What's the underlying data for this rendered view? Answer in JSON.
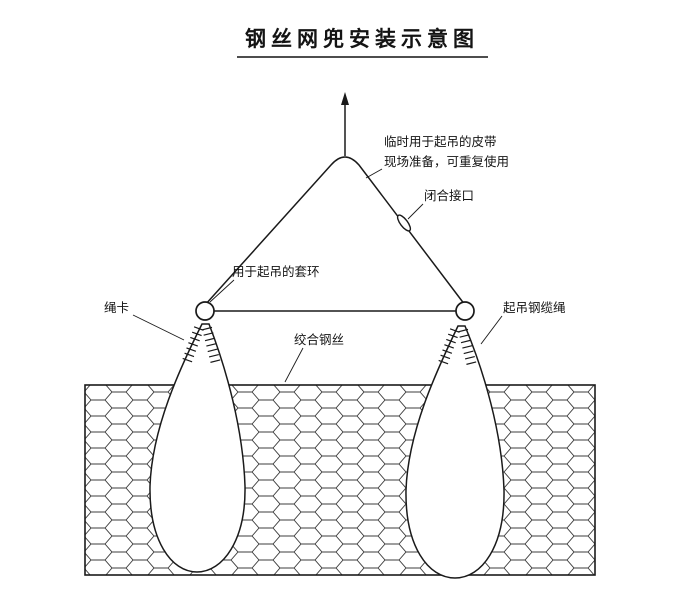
{
  "title": "钢丝网兜安装示意图",
  "labels": {
    "temporary_belt_line1": "临时用于起吊的皮带",
    "temporary_belt_line2": "现场准备，可重复使用",
    "closed_joint": "闭合接口",
    "lifting_ring": "用于起吊的套环",
    "rope_clamp": "绳卡",
    "twisted_steel_wire": "绞合钢丝",
    "lifting_steel_cable": "起吊钢缆绳"
  },
  "colors": {
    "line": "#1a1a1a",
    "mesh_wire": "#3d3d3d",
    "background": "#ffffff"
  }
}
